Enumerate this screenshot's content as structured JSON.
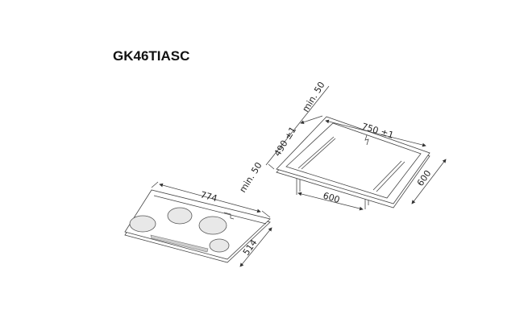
{
  "title": "GK46TIASC",
  "cooktop": {
    "width_label": "774",
    "depth_label": "514"
  },
  "cutout": {
    "width_label": "750 ±1",
    "depth_label": "490 ±1",
    "clearance_back_label": "min. 50",
    "clearance_front_label": "min. 50",
    "frame_width_label": "600",
    "frame_depth_label": "600"
  },
  "colors": {
    "line": "#444444",
    "burner": "#e8e8e8"
  }
}
